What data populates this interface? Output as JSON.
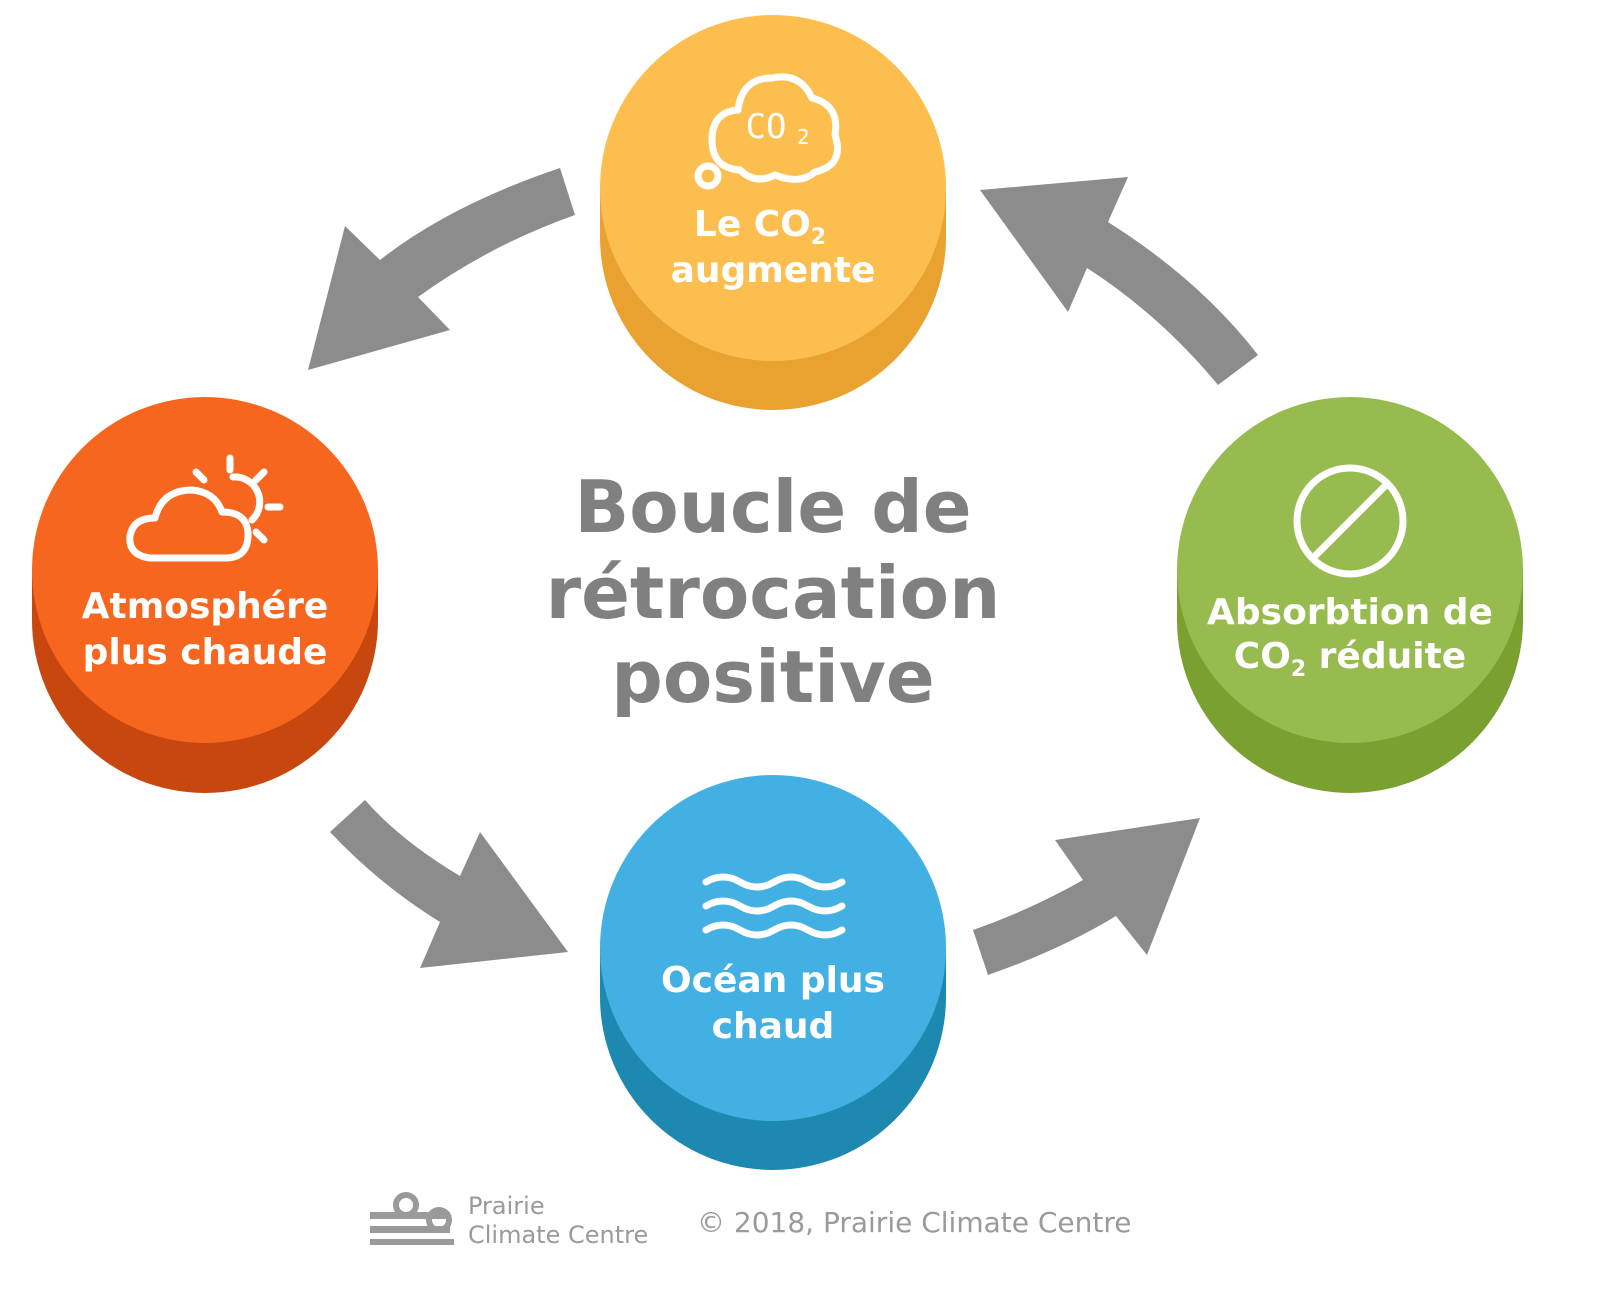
{
  "title": {
    "line1": "Boucle de",
    "line2": "rétrocation",
    "line3": "positive"
  },
  "nodes": {
    "co2": {
      "line1_main": "Le CO",
      "line1_sub": "2",
      "line2": "augmente",
      "icon": "co2-cloud-icon",
      "icon_text": "CO",
      "icon_sub": "2",
      "color": "#fcbf4f",
      "shade": "#e9a22f"
    },
    "atmosphere": {
      "line1": "Atmosphére",
      "line2": "plus chaude",
      "icon": "cloud-sun-icon",
      "color": "#f7661e",
      "shade": "#c8470f"
    },
    "absorption": {
      "line1": "Absorbtion de",
      "line2_main": "CO",
      "line2_sub": "2",
      "line2_rest": " réduite",
      "icon": "prohibited-icon",
      "color": "#98bb50",
      "shade": "#7aa030"
    },
    "ocean": {
      "line1": "Océan plus",
      "line2": "chaud",
      "icon": "waves-icon",
      "color": "#42b0e2",
      "shade": "#1d89b1"
    }
  },
  "arrow_color": "#8c8c8c",
  "footer": {
    "logo_line1": "Prairie",
    "logo_line2": "Climate Centre",
    "copyright": "© 2018, Prairie Climate Centre"
  }
}
